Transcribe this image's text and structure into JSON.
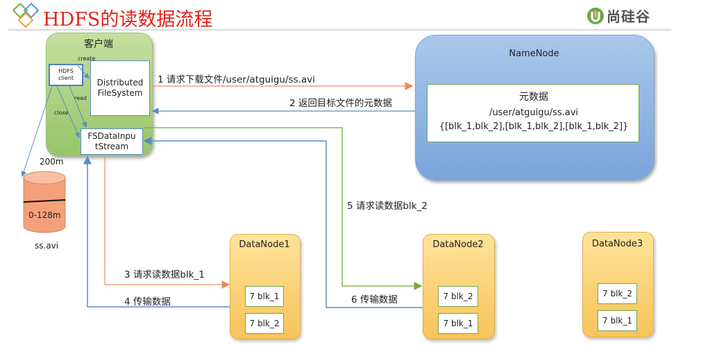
{
  "slide": {
    "title": "HDFS的读数据流程",
    "logo_text": "尚硅谷"
  },
  "client": {
    "title": "客户端",
    "hdfs_client": "HDFS\nclient",
    "distributed_fs": "Distributed\nFileSystem",
    "fs_input": "FSDataInpu\ntStream",
    "create_label": "create",
    "read_label": "read",
    "close_label": "close"
  },
  "file": {
    "size_label": "200m",
    "block_label": "0-128m",
    "name": "ss.avi"
  },
  "namenode": {
    "title": "NameNode",
    "meta_title": "元数据",
    "meta_path": "/user/atguigu/ss.avi",
    "meta_blocks": "{[blk_1,blk_2],[blk_1,blk_2],[blk_1,blk_2]}"
  },
  "datanodes": [
    {
      "name": "DataNode1",
      "blocks": [
        "7 blk_1",
        "7 blk_2"
      ]
    },
    {
      "name": "DataNode2",
      "blocks": [
        "7 blk_2",
        "7 blk_1"
      ]
    },
    {
      "name": "DataNode3",
      "blocks": [
        "7 blk_2",
        "7 blk_1"
      ]
    }
  ],
  "steps": {
    "s1": "1 请求下载文件/user/atguigu/ss.avi",
    "s2": "2 返回目标文件的元数据",
    "s3": "3 请求读数据blk_1",
    "s4": "4 传输数据",
    "s5": "5 请求读数据blk_2",
    "s6": "6 传输数据"
  },
  "colors": {
    "title_red": "#e0251b",
    "arrow_orange": "#f4a07a",
    "arrow_blue": "#5b8cc4",
    "arrow_green": "#8ab64f",
    "client_green": "#a8d08d",
    "namenode_blue": "#8fb4e3",
    "datanode_yellow": "#fbd56f",
    "cylinder_orange": "#f4a07a"
  }
}
